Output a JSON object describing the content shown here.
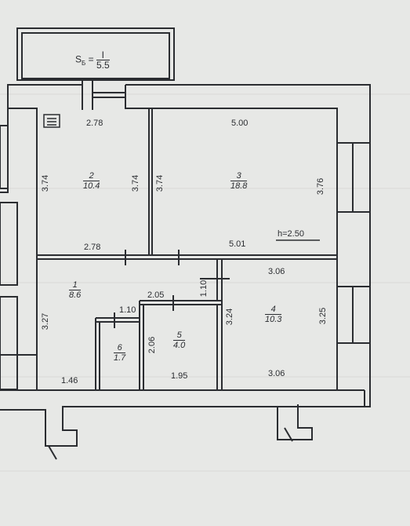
{
  "balcony": {
    "label": "S",
    "sub": "Б",
    "eq": "=",
    "num": "I",
    "den": "5.5"
  },
  "height_label": "h=2.50",
  "rooms": [
    {
      "id": "1",
      "area": "8.6"
    },
    {
      "id": "2",
      "area": "10.4"
    },
    {
      "id": "3",
      "area": "18.8"
    },
    {
      "id": "4",
      "area": "10.3"
    },
    {
      "id": "5",
      "area": "4.0"
    },
    {
      "id": "6",
      "area": "1.7"
    }
  ],
  "dims": {
    "r2_top": "2.78",
    "r2_left": "3.74",
    "r2_right": "3.74",
    "r2_bottom": "2.78",
    "r3_top": "5.00",
    "r3_left": "3.74",
    "r3_right": "3.76",
    "r3_bottom": "5.01",
    "r4_top": "3.06",
    "r4_left": "3.24",
    "r4_right": "3.25",
    "r4_bottom": "3.06",
    "r1_left": "3.27",
    "r1_bottom": "1.46",
    "hall_top": "2.05",
    "hall_side": "1.10",
    "r6_top": "1.10",
    "r5_left": "2.06",
    "r5_bottom": "1.95"
  },
  "colors": {
    "wall": "#2b2d31",
    "paper": "#e7e8e6"
  },
  "icons": [
    "stove-icon"
  ]
}
